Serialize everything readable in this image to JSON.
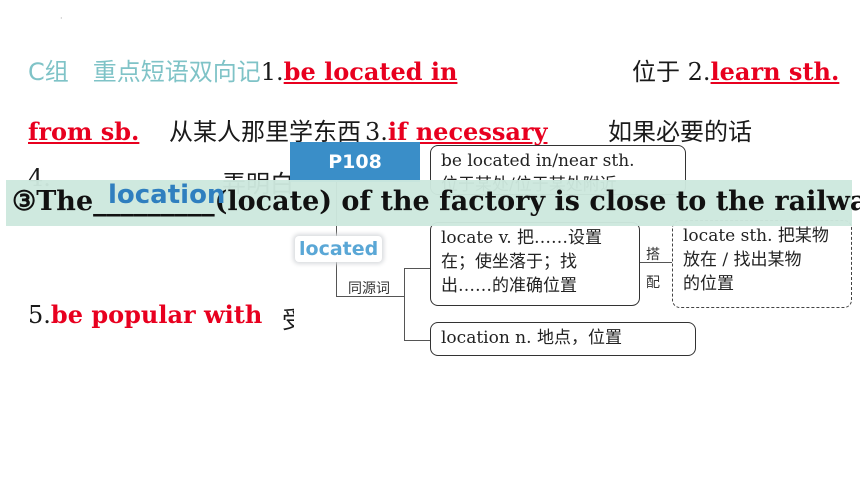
{
  "header": {
    "group_label": "C组　重点短语双向记",
    "item1_num": "1.",
    "item1_phrase": "be located in",
    "item1_meaning": "位于",
    "item2_num": "2.",
    "item2_phrase": "learn sth.",
    "item2_phrase_cont": "from sb.",
    "item2_meaning": "从某人那里学东西",
    "item3_num": "3.",
    "item3_phrase": "if necessary",
    "item3_meaning": "如果必要的话",
    "item4_partial": "4.",
    "item4_partial_cn": "弄明白",
    "item5_num": "5.",
    "item5_phrase": "be popular with",
    "item5_meaning": "受……欢迎"
  },
  "diagram": {
    "page_label": "P108",
    "box1_line1": "be located in/near sth.",
    "box1_line2": "位于某处/位于某处附近",
    "box2_line1": "locate v. 把……设置",
    "box2_line2": "在；使坐落于；找",
    "box2_line3": "出……的准确位置",
    "box3_line1": "locate sth. 把某物",
    "box3_line2": "放在 / 找出某物",
    "box3_line3": "的位置",
    "box4": "location n. 地点，位置",
    "collocation_label_1": "搭",
    "collocation_label_2": "配",
    "cognate_label": "同源词"
  },
  "exercise": {
    "number": "③",
    "before": "The",
    "blank": "_________",
    "after": "(locate) of the factory is close to the railway.",
    "answer": "location",
    "answer_popup": "located"
  }
}
